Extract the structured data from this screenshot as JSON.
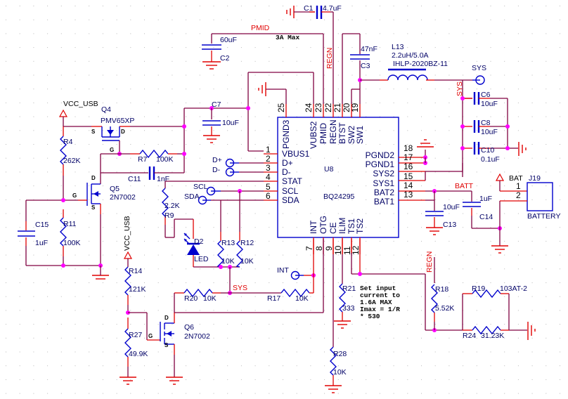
{
  "ic": {
    "ref": "U8",
    "part": "BQ24295",
    "left_pins": [
      {
        "num": "1",
        "name": "VBUS1"
      },
      {
        "num": "2",
        "name": "D+"
      },
      {
        "num": "3",
        "name": "D-"
      },
      {
        "num": "4",
        "name": "STAT"
      },
      {
        "num": "5",
        "name": "SCL"
      },
      {
        "num": "6",
        "name": "SDA"
      }
    ],
    "top_pins": [
      {
        "num": "25",
        "name": "PGND3"
      },
      {
        "num": "24",
        "name": "VUBS2"
      },
      {
        "num": "23",
        "name": "PMID"
      },
      {
        "num": "22",
        "name": "REGN"
      },
      {
        "num": "21",
        "name": "BTST"
      },
      {
        "num": "20",
        "name": "SW2"
      },
      {
        "num": "19",
        "name": "SW1"
      }
    ],
    "right_pins": [
      {
        "num": "18",
        "name": "PGND2"
      },
      {
        "num": "17",
        "name": "PGND1"
      },
      {
        "num": "16",
        "name": "SYS2"
      },
      {
        "num": "15",
        "name": "SYS1"
      },
      {
        "num": "14",
        "name": "BAT2"
      },
      {
        "num": "13",
        "name": "BAT1"
      }
    ],
    "bottom_pins": [
      {
        "num": "7",
        "name": "INT"
      },
      {
        "num": "8",
        "name": "OTG"
      },
      {
        "num": "9",
        "name": "CE"
      },
      {
        "num": "10",
        "name": "ILIM"
      },
      {
        "num": "11",
        "name": "TS1"
      },
      {
        "num": "12",
        "name": "TS2"
      }
    ]
  },
  "components": {
    "C1": {
      "ref": "C1",
      "value": "4.7uF"
    },
    "C2": {
      "ref": "C2",
      "value": "60uF"
    },
    "C3": {
      "ref": "C3",
      "value": "47nF"
    },
    "C6": {
      "ref": "C6",
      "value": "10uF"
    },
    "C7": {
      "ref": "C7",
      "value": "10uF"
    },
    "C8": {
      "ref": "C8",
      "value": "10uF"
    },
    "C10": {
      "ref": "C10",
      "value": "0.1uF"
    },
    "C11": {
      "ref": "C11",
      "value": "1nF"
    },
    "C13": {
      "ref": "C13",
      "value": "10uF"
    },
    "C14": {
      "ref": "C14",
      "value": "1uF"
    },
    "C15": {
      "ref": "C15",
      "value": "1uF"
    },
    "L13": {
      "ref": "L13",
      "value": "2.2uH/5.0A",
      "part": "IHLP-2020BZ-11"
    },
    "R4": {
      "ref": "R4",
      "value": "262K"
    },
    "R7": {
      "ref": "R7",
      "value": "100K"
    },
    "R9": {
      "ref": "R9",
      "value": "2.2K"
    },
    "R11": {
      "ref": "R11",
      "value": "100K"
    },
    "R12": {
      "ref": "R12",
      "value": "10K"
    },
    "R13": {
      "ref": "R13",
      "value": "10K"
    },
    "R14": {
      "ref": "R14",
      "value": "121K"
    },
    "R17": {
      "ref": "R17",
      "value": "10K"
    },
    "R18": {
      "ref": "R18",
      "value": "5.52K"
    },
    "R19": {
      "ref": "R19",
      "value": "103AT-2"
    },
    "R20": {
      "ref": "R20",
      "value": "10K"
    },
    "R21": {
      "ref": "R21",
      "value": "333"
    },
    "R24": {
      "ref": "R24",
      "value": "31.23K"
    },
    "R27": {
      "ref": "R27",
      "value": "49.9K"
    },
    "R28": {
      "ref": "R28",
      "value": "10K"
    },
    "Q4": {
      "ref": "Q4",
      "part": "PMV65XP",
      "s": "S",
      "d": "D",
      "g": "G"
    },
    "Q5": {
      "ref": "Q5",
      "part": "2N7002",
      "s": "S",
      "d": "D",
      "g": "G"
    },
    "Q6": {
      "ref": "Q6",
      "part": "2N7002",
      "s": "S",
      "d": "D",
      "g": "G"
    },
    "D2": {
      "ref": "D2",
      "value": "LED"
    },
    "J19": {
      "ref": "J19",
      "part": "BATTERY",
      "pin1": "1",
      "pin2": "2"
    }
  },
  "nets": {
    "pmid": "PMID",
    "regn_top": "REGN",
    "regn_right": "REGN",
    "sys_vert": "SYS",
    "sys_port": "SYS",
    "sys_mid": "SYS",
    "batt": "BATT",
    "bat_power": "BAT",
    "vcc_usb_top": "VCC_USB",
    "vcc_usb_mid": "VCC_USB",
    "dplus": "D+",
    "dminus": "D-",
    "scl": "SCL",
    "sda": "SDA",
    "int": "INT"
  },
  "notes": {
    "max_current": "3A  Max",
    "ilim_1": "Set  input",
    "ilim_2": "current  to",
    "ilim_3": "1.6A  MAX",
    "ilim_4": "Imax  =  1/R",
    "ilim_5": "*  530"
  }
}
